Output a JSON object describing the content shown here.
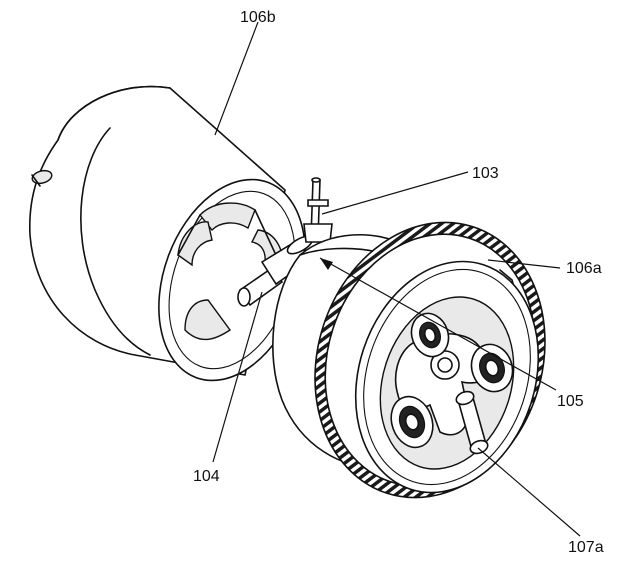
{
  "labels": {
    "motor_housing": "106b",
    "pin": "103",
    "gear_ring": "106a",
    "hub": "105",
    "shaft": "104",
    "roller": "107a"
  }
}
